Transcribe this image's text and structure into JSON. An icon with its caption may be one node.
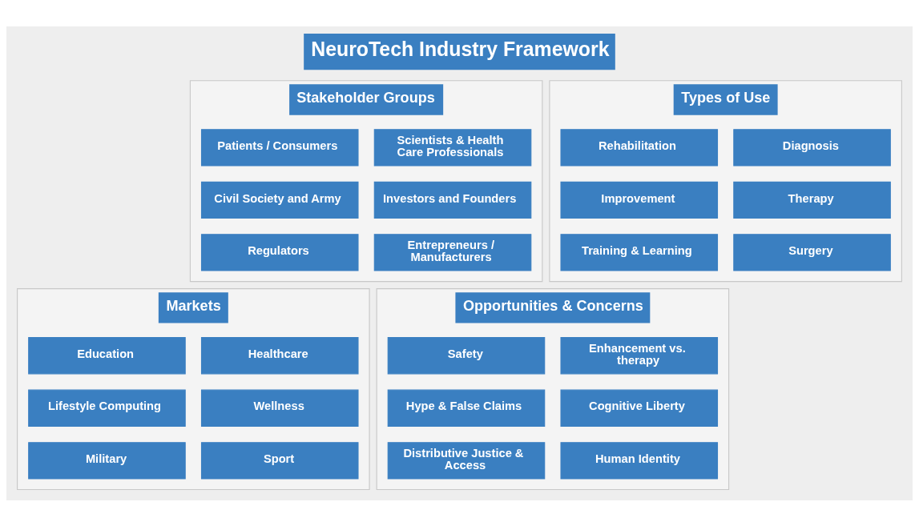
{
  "diagram": {
    "title": "NeuroTech Industry Framework",
    "nodes": [
      {
        "text": [
          "Stakeholder Groups"
        ]
      },
      {
        "text": [
          "Scientists & Health Care Professionals"
        ],
        "in": 0
      },
      {
        "text": [
          "Patients / Consumers"
        ],
        "in": 0
      },
      {
        "text": [
          "Investors and Founders"
        ],
        "in": 0
      },
      {
        "text": [
          "Civil Society and Army"
        ],
        "in": 0
      },
      {
        "text": [
          "Entrepreneurs / Manufacturers"
        ],
        "in": 0
      },
      {
        "text": [
          "Regulators"
        ],
        "in": 0
      },
      {
        "text": [
          "Types of Use"
        ]
      },
      {
        "text": [
          "Diagnosis"
        ],
        "in": 7
      },
      {
        "text": [
          "Rehabilitation"
        ],
        "in": 7
      },
      {
        "text": [
          "Therapy"
        ],
        "in": 7
      },
      {
        "text": [
          "Improvement"
        ],
        "in": 7
      },
      {
        "text": [
          "Surgery"
        ],
        "in": 7
      },
      {
        "text": [
          "Training & Learning"
        ],
        "in": 7
      },
      {
        "text": [
          "Markets"
        ]
      },
      {
        "text": [
          "Healthcare"
        ],
        "in": 14
      },
      {
        "text": [
          "Education"
        ],
        "in": 14
      },
      {
        "text": [
          "Wellness"
        ],
        "in": 14
      },
      {
        "text": [
          "Lifestyle Computing"
        ],
        "in": 14
      },
      {
        "text": [
          "Sport"
        ],
        "in": 14
      },
      {
        "text": [
          "Military"
        ],
        "in": 14
      },
      {
        "text": [
          "Opportunities & Concerns"
        ]
      },
      {
        "text": [
          "Enhancement vs. therapy"
        ],
        "in": 21
      },
      {
        "text": [
          "Safety"
        ],
        "in": 21
      },
      {
        "text": [
          "Cognitive Liberty"
        ],
        "in": 21
      },
      {
        "text": [
          "Hype & False Claims"
        ],
        "in": 21
      },
      {
        "text": [
          "Human Identity"
        ],
        "in": 21
      },
      {
        "text": [
          "Distributive Justice & Access"
        ],
        "in": 21
      }
    ]
  }
}
